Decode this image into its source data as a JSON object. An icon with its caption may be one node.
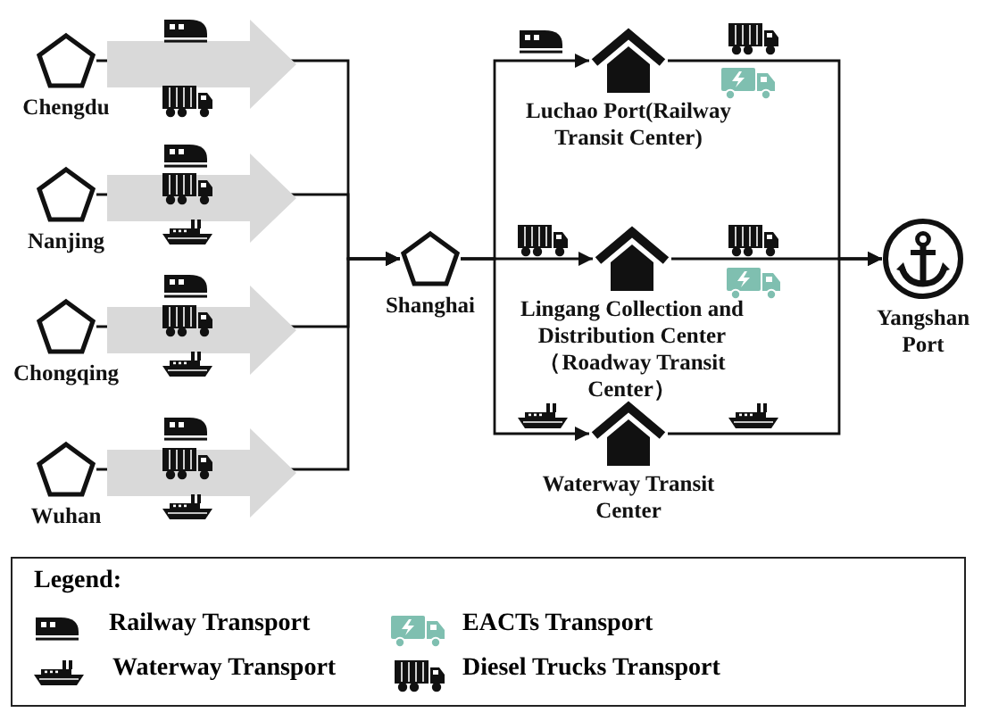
{
  "diagram": {
    "nodes": [
      {
        "text": [
          "Chengdu"
        ]
      },
      {
        "text": [
          "Nanjing"
        ]
      },
      {
        "text": [
          "Chongqing"
        ]
      },
      {
        "text": [
          "Wuhan"
        ]
      },
      {
        "text": [
          "Shanghai"
        ]
      },
      {
        "text": [
          "Luchao Port(Railway Transit Center)"
        ]
      },
      {
        "text": [
          "Lingang Collection and Distribution Center （Roadway Transit Center）"
        ]
      },
      {
        "text": [
          "Waterway Transit Center"
        ]
      },
      {
        "text": [
          "Yangshan Port"
        ]
      }
    ],
    "edges": [
      {
        "from": 0,
        "to": 4,
        "arrow": "to"
      },
      {
        "from": 1,
        "to": 4,
        "arrow": "to"
      },
      {
        "from": 2,
        "to": 4,
        "arrow": "to"
      },
      {
        "from": 3,
        "to": 4,
        "arrow": "to"
      },
      {
        "from": 4,
        "to": 5,
        "arrow": "to"
      },
      {
        "from": 4,
        "to": 6,
        "arrow": "to"
      },
      {
        "from": 4,
        "to": 7,
        "arrow": "to"
      },
      {
        "from": 5,
        "to": 8,
        "arrow": "to"
      },
      {
        "from": 6,
        "to": 8,
        "arrow": "to"
      },
      {
        "from": 7,
        "to": 8,
        "arrow": "to"
      }
    ],
    "labels": [
      "Legend:"
    ],
    "legend": [
      {
        "text": "Railway Transport"
      },
      {
        "text": "EACTs Transport"
      },
      {
        "text": "Waterway Transport"
      },
      {
        "text": "Diesel Trucks Transport"
      }
    ]
  }
}
